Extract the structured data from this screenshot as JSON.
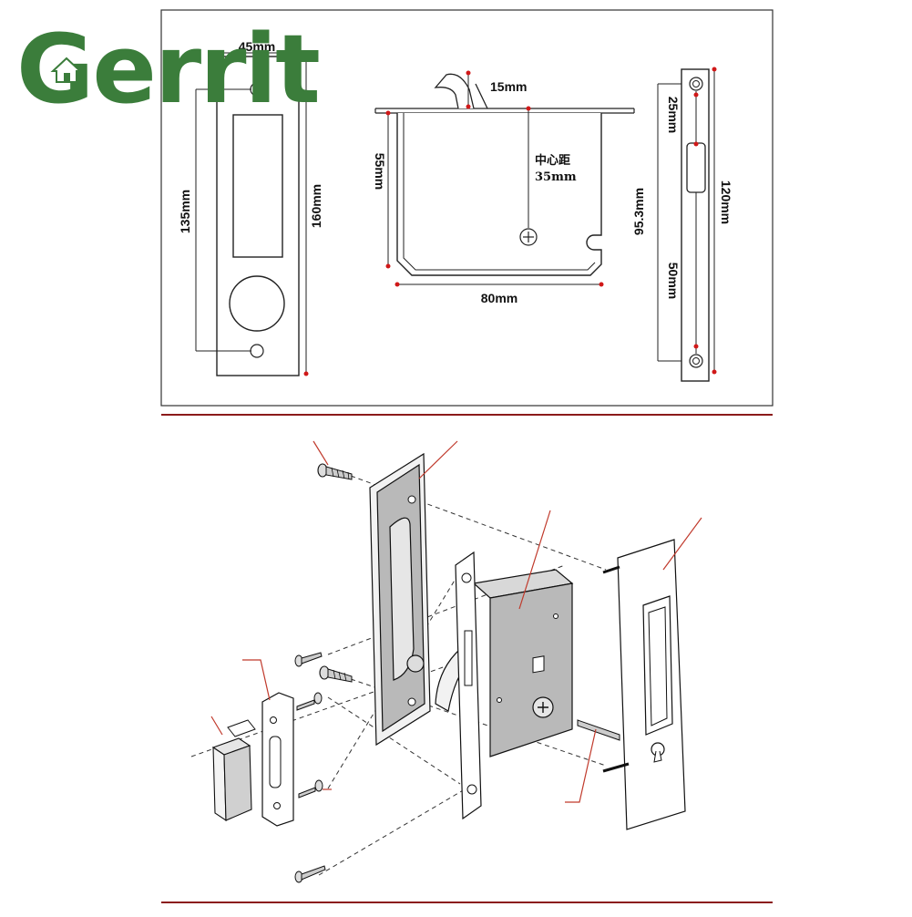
{
  "brand": {
    "name": "Gerrit",
    "color": "#3b7d3b",
    "icon": "house-icon"
  },
  "dimensions": {
    "faceplate_width": "45mm",
    "faceplate_hole_span": "135mm",
    "faceplate_height": "160mm",
    "hook_height": "15mm",
    "body_height": "55mm",
    "center_distance_label": "中心距",
    "center_distance_value": "35mm",
    "body_width": "80mm",
    "strike_top_offset": "25mm",
    "strike_hole_span": "95.3mm",
    "strike_height": "120mm",
    "strike_lower_offset": "50mm"
  },
  "colors": {
    "dimension_marker": "#d01818",
    "divider": "#8b1a1a",
    "part_fill": "#b9b9b9"
  }
}
